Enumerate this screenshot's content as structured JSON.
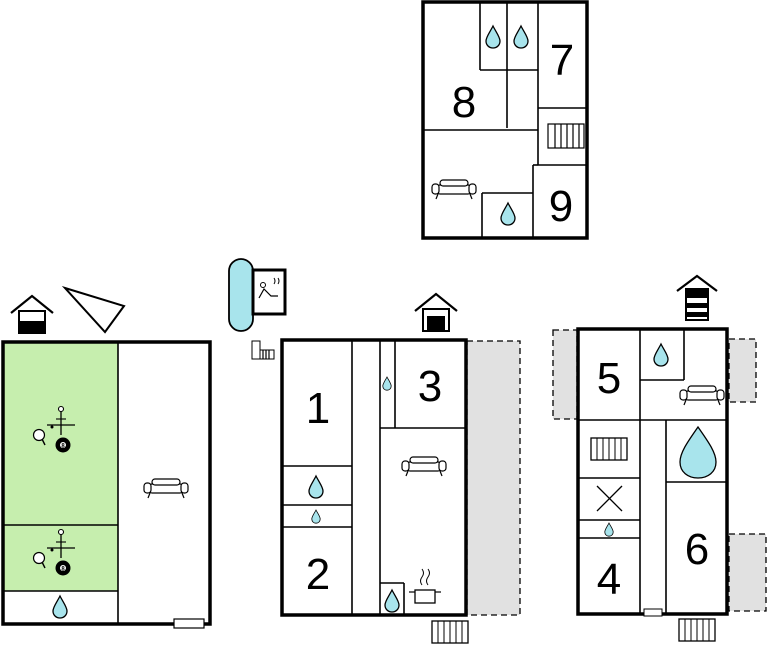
{
  "floor_plan": {
    "rooms": [
      {
        "id": "room-1",
        "label": "1"
      },
      {
        "id": "room-2",
        "label": "2"
      },
      {
        "id": "room-3",
        "label": "3"
      },
      {
        "id": "room-4",
        "label": "4"
      },
      {
        "id": "room-5",
        "label": "5"
      },
      {
        "id": "room-6",
        "label": "6"
      },
      {
        "id": "room-7",
        "label": "7"
      },
      {
        "id": "room-8",
        "label": "8"
      },
      {
        "id": "room-9",
        "label": "9"
      }
    ],
    "ball_label": "8",
    "colors": {
      "game_room": "#c6eeae",
      "water": "#a8e4ec",
      "terrace": "#e1e1e1",
      "wall": "#000000"
    },
    "icons": [
      "house-icon",
      "water-drop-icon",
      "sofa-icon",
      "table-tennis-icon",
      "billiards-icon",
      "foosball-icon",
      "sauna-icon",
      "pool-icon",
      "stairs-icon",
      "kitchen-icon",
      "radiator-icon",
      "bed-cross-icon",
      "hammock-icon"
    ]
  }
}
